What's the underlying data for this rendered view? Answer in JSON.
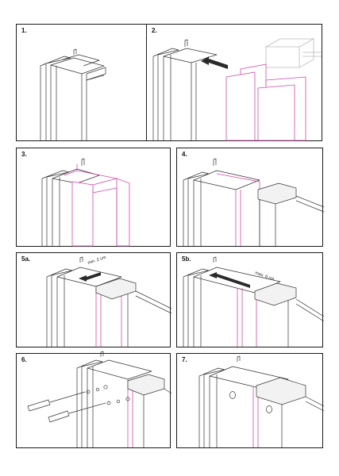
{
  "steps": [
    {
      "label": "1."
    },
    {
      "label": "2."
    },
    {
      "label": "3."
    },
    {
      "label": "4."
    },
    {
      "label": "5a.",
      "note": "min. 2 cm"
    },
    {
      "label": "5b.",
      "note": "max. 6 cm"
    },
    {
      "label": "6."
    },
    {
      "label": "7."
    }
  ],
  "colors": {
    "profile_line": "#333333",
    "glass_edge": "#d24aa8",
    "ghost_line": "#bbbbbb"
  }
}
